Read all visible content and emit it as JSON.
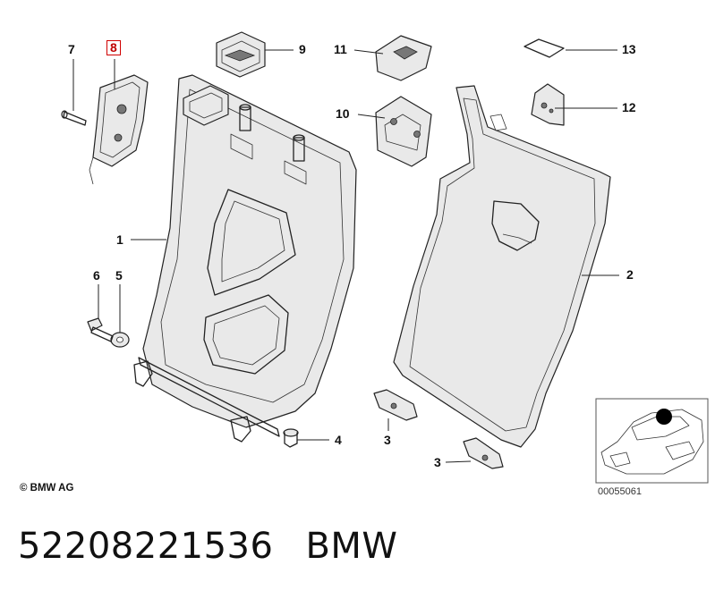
{
  "callouts": {
    "c1": "1",
    "c2": "2",
    "c3a": "3",
    "c3b": "3",
    "c4": "4",
    "c5": "5",
    "c6": "6",
    "c7": "7",
    "c8": "8",
    "c9": "9",
    "c10": "10",
    "c11": "11",
    "c12": "12",
    "c13": "13"
  },
  "copyright": "© BMW AG",
  "drawing_number": "00055061",
  "part_number": "52208221536",
  "brand": "BMW",
  "highlight_color": "#d00000"
}
